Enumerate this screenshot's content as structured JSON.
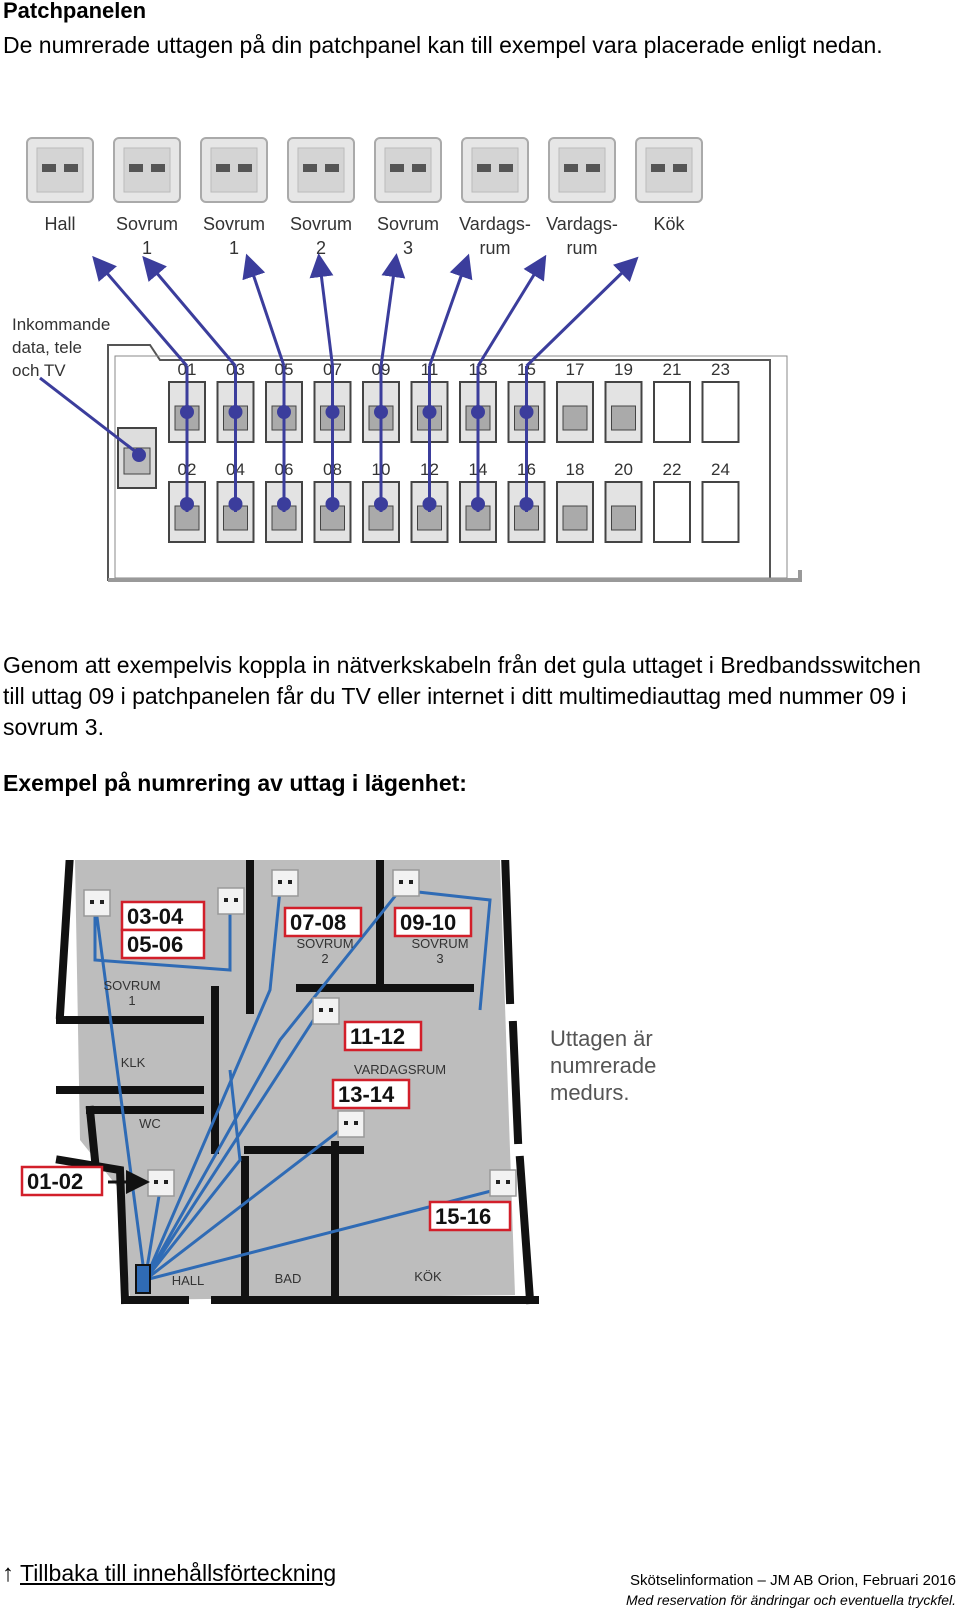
{
  "heading": "Patchpanelen",
  "intro": "De numrerade uttagen på din patchpanel kan till exempel vara placerade enligt nedan.",
  "panel": {
    "outlets": [
      {
        "line1": "Hall",
        "line2": ""
      },
      {
        "line1": "Sovrum",
        "line2": "1"
      },
      {
        "line1": "Sovrum",
        "line2": "1"
      },
      {
        "line1": "Sovrum",
        "line2": "2"
      },
      {
        "line1": "Sovrum",
        "line2": "3"
      },
      {
        "line1": "Vardags-",
        "line2": "rum"
      },
      {
        "line1": "Vardags-",
        "line2": "rum"
      },
      {
        "line1": "Kök",
        "line2": ""
      }
    ],
    "incoming": [
      "Inkommande",
      "data, tele",
      "och TV"
    ],
    "top_ports": [
      "01",
      "03",
      "05",
      "07",
      "09",
      "11",
      "13",
      "15",
      "17",
      "19",
      "21",
      "23"
    ],
    "bottom_ports": [
      "02",
      "04",
      "06",
      "08",
      "10",
      "12",
      "14",
      "16",
      "18",
      "20",
      "22",
      "24"
    ]
  },
  "paragraph": "Genom att exempelvis koppla in nätverkskabeln från det gula uttaget i Bredbandsswitchen till uttag 09 i patchpanelen får du TV eller internet i ditt multimediauttag med nummer 09 i sovrum 3.",
  "example_heading": "Exempel på numrering av uttag i lägenhet:",
  "plan": {
    "labels": [
      "03-04",
      "05-06",
      "07-08",
      "09-10",
      "11-12",
      "13-14",
      "01-02",
      "15-16"
    ],
    "rooms": {
      "sovrum1": "SOVRUM",
      "sovrum1_num": "1",
      "sovrum2": "SOVRUM",
      "sovrum2_num": "2",
      "sovrum3": "SOVRUM",
      "sovrum3_num": "3",
      "klk": "KLK",
      "wc": "WC",
      "vardagsrum": "VARDAGSRUM",
      "hall": "HALL",
      "bad": "BAD",
      "kok": "KÖK"
    },
    "note": [
      "Uttagen är",
      "numrerade",
      "medurs."
    ]
  },
  "footer": {
    "link_icon": "up-arrow-icon",
    "link_label": "Tillbaka till innehållsförteckning",
    "info": "Skötselinformation – JM AB Orion, Februari 2016",
    "disclaimer": "Med reservation för ändringar och eventuella tryckfel."
  },
  "colors": {
    "cable": "#3b3d9c",
    "plan_cable": "#2f6bb5",
    "label_border": "#d21f2a"
  }
}
